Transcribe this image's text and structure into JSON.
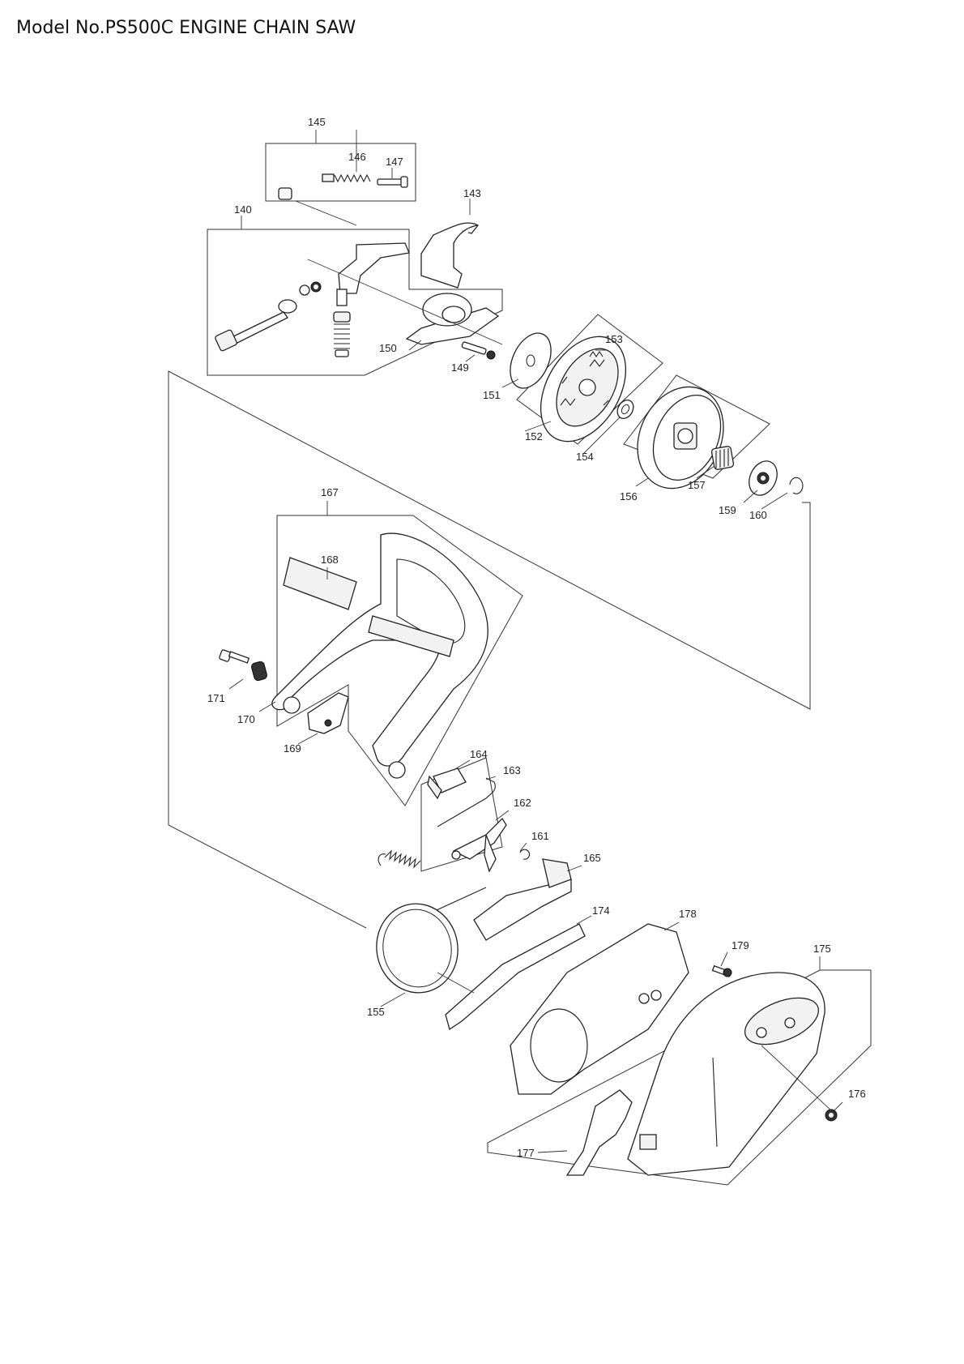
{
  "title": "Model No.PS500C ENGINE CHAIN SAW",
  "parts": [
    {
      "num": "140"
    },
    {
      "num": "143"
    },
    {
      "num": "145"
    },
    {
      "num": "146"
    },
    {
      "num": "147"
    },
    {
      "num": "149"
    },
    {
      "num": "150"
    },
    {
      "num": "151"
    },
    {
      "num": "152"
    },
    {
      "num": "153"
    },
    {
      "num": "154"
    },
    {
      "num": "155"
    },
    {
      "num": "156"
    },
    {
      "num": "157"
    },
    {
      "num": "159"
    },
    {
      "num": "160"
    },
    {
      "num": "161"
    },
    {
      "num": "162"
    },
    {
      "num": "163"
    },
    {
      "num": "164"
    },
    {
      "num": "165"
    },
    {
      "num": "167"
    },
    {
      "num": "168"
    },
    {
      "num": "169"
    },
    {
      "num": "170"
    },
    {
      "num": "171"
    },
    {
      "num": "174"
    },
    {
      "num": "175"
    },
    {
      "num": "176"
    },
    {
      "num": "177"
    },
    {
      "num": "178"
    },
    {
      "num": "179"
    }
  ]
}
